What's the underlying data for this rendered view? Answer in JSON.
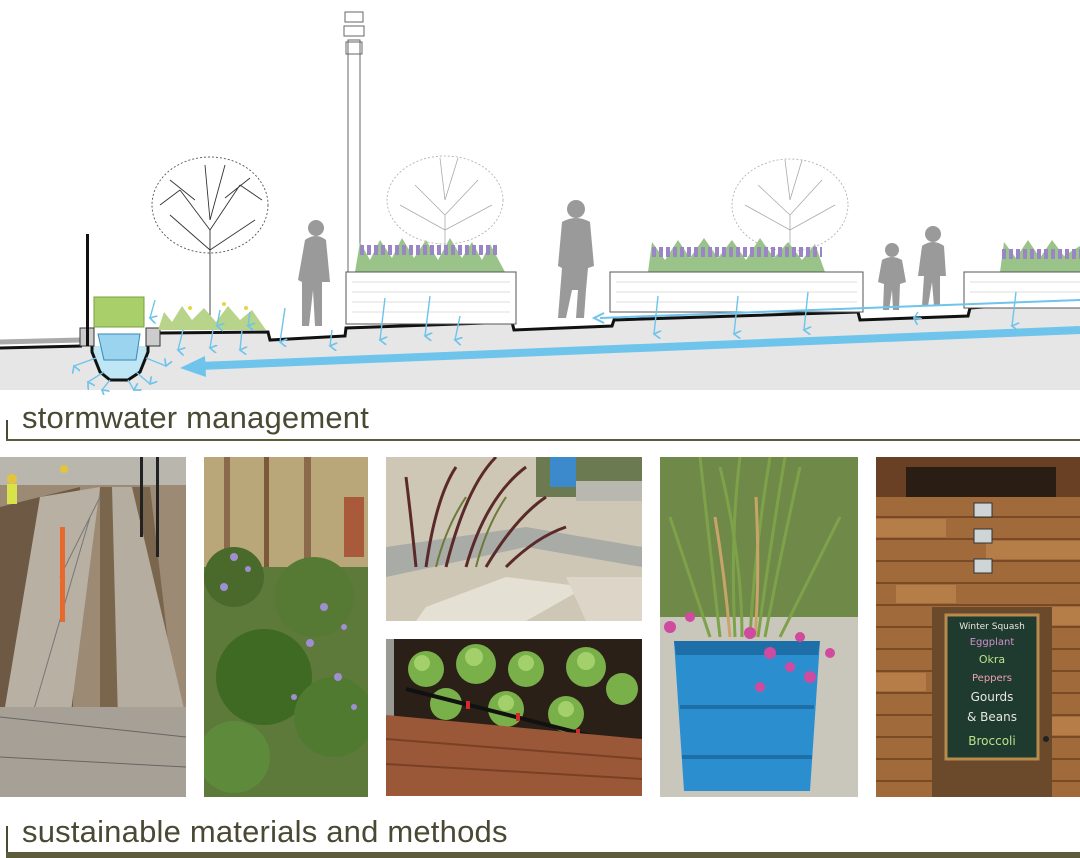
{
  "headings": {
    "stormwater": "stormwater management",
    "materials": "sustainable materials and methods"
  },
  "chalkboard": {
    "lines": [
      "Winter Squash",
      "Eggplant",
      "Okra",
      "Peppers",
      "Gourds",
      "& Beans",
      "Broccoli"
    ]
  },
  "colors": {
    "heading_text": "#4a4a34",
    "rule": "#5c5c3a",
    "water_arrow": "#6ec4ea",
    "ground": "#e6e6e6",
    "silhouette": "#9a9a9a",
    "lavender": "#9a86c4",
    "barrel_blue": "#2b8fcf",
    "chalk_green": "#1f3a2e"
  }
}
